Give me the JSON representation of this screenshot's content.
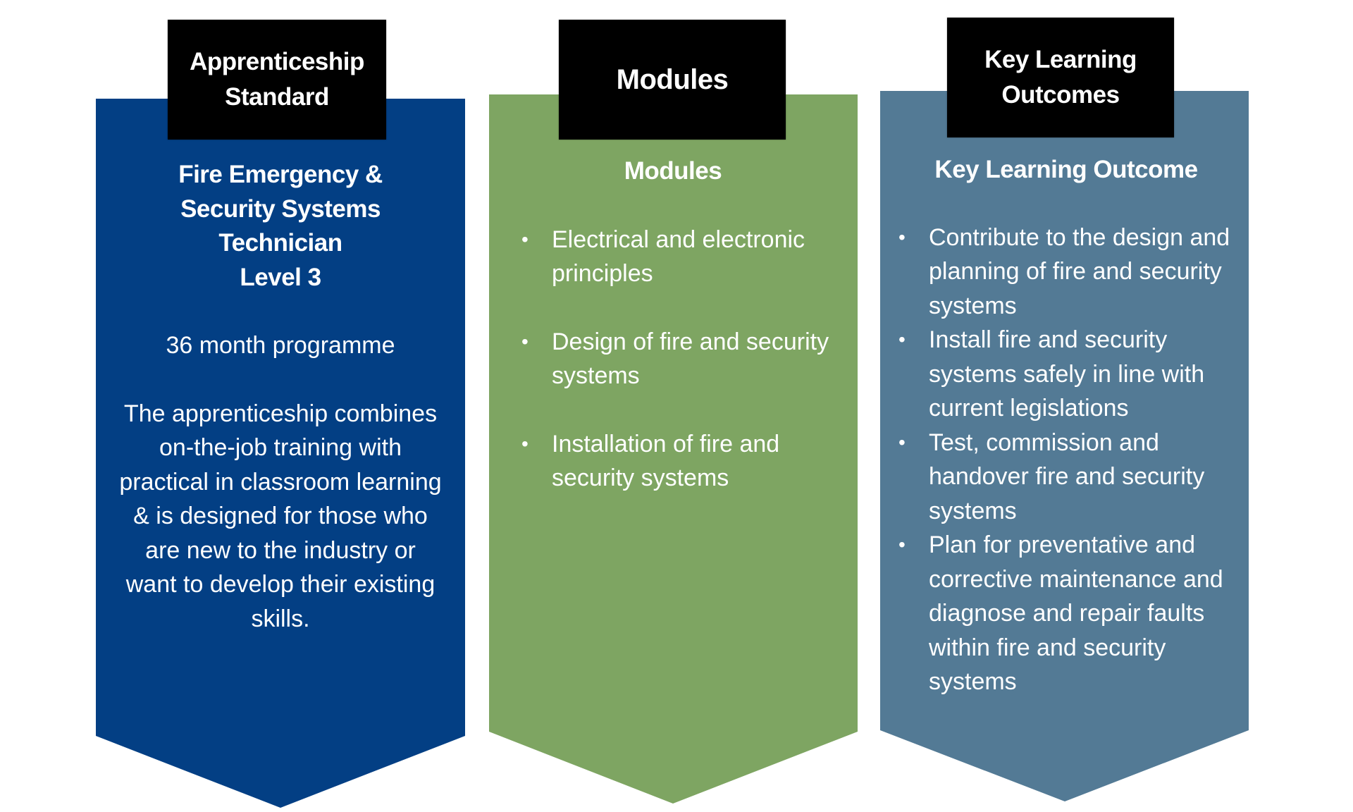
{
  "colors": {
    "standard_panel": "#033f84",
    "modules_panel": "#7ea562",
    "outcomes_panel": "#537a95",
    "tab_background": "#000000",
    "text": "#ffffff"
  },
  "columns": [
    {
      "tab_label": "Apprenticeship\nStandard",
      "heading": "Fire Emergency &\nSecurity Systems\nTechnician\nLevel 3",
      "duration": "36 month programme",
      "description": "The apprenticeship combines on-the-job training with practical in classroom learning & is designed for those who are new to the industry or want to develop their existing skills."
    },
    {
      "tab_label": "Modules",
      "heading": "Modules",
      "items": [
        "Electrical and electronic principles",
        "Design of fire and security systems",
        "Installation of fire and security systems"
      ]
    },
    {
      "tab_label": "Key Learning\nOutcomes",
      "heading": "Key Learning Outcome",
      "items": [
        "Contribute to the design and planning of fire and security systems",
        "Install fire and security systems safely in line with current legislations",
        "Test, commission and handover fire and security systems",
        "Plan for preventative and corrective maintenance and diagnose and repair faults within fire and security systems"
      ]
    }
  ],
  "bullet_glyph": "•"
}
